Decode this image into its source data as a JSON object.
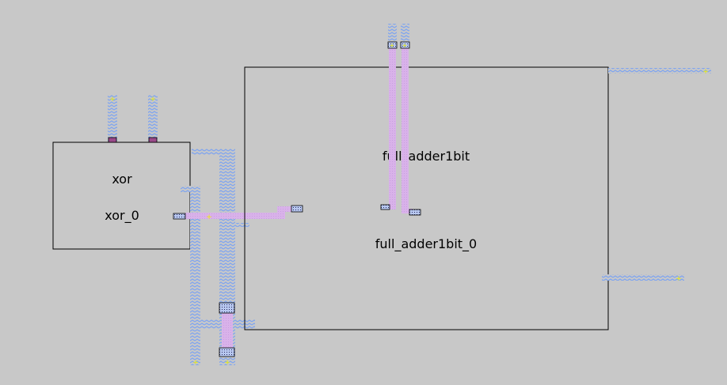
{
  "cells": {
    "xor": {
      "type_name": "xor",
      "instance_name": "xor_0"
    },
    "full_adder": {
      "type_name": "full_adder1bit",
      "instance_name": "full_adder1bit_0"
    }
  },
  "colors": {
    "background": "#c8c8c8",
    "cell_outline": "#000000",
    "metal_wire": "#7ea4f0",
    "poly_wire": "#d8a8ec",
    "via_fill": "#8fa8e0",
    "contact_fill": "#9a4a8a",
    "pin_marker": "#f0f000"
  }
}
